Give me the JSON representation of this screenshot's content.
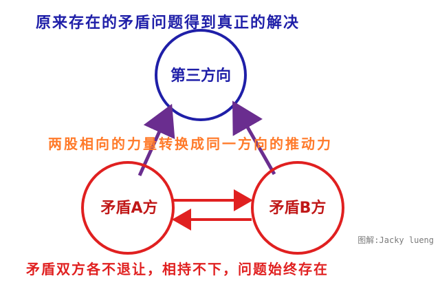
{
  "title": "原来存在的矛盾问题得到真正的解决",
  "nodes": {
    "third": {
      "label": "第三方向"
    },
    "a": {
      "label": "矛盾A方"
    },
    "b": {
      "label": "矛盾B方"
    }
  },
  "middle_caption": "两股相向的力量转换成同一方向的推动力",
  "bottom_caption": "矛盾双方各不退让，相持不下，问题始终存在",
  "credit": "图解:Jacky lueng",
  "colors": {
    "blue": "#1f1fa8",
    "red": "#e02020",
    "orange": "#ff7a2a",
    "purple": "#6a2d8f"
  }
}
